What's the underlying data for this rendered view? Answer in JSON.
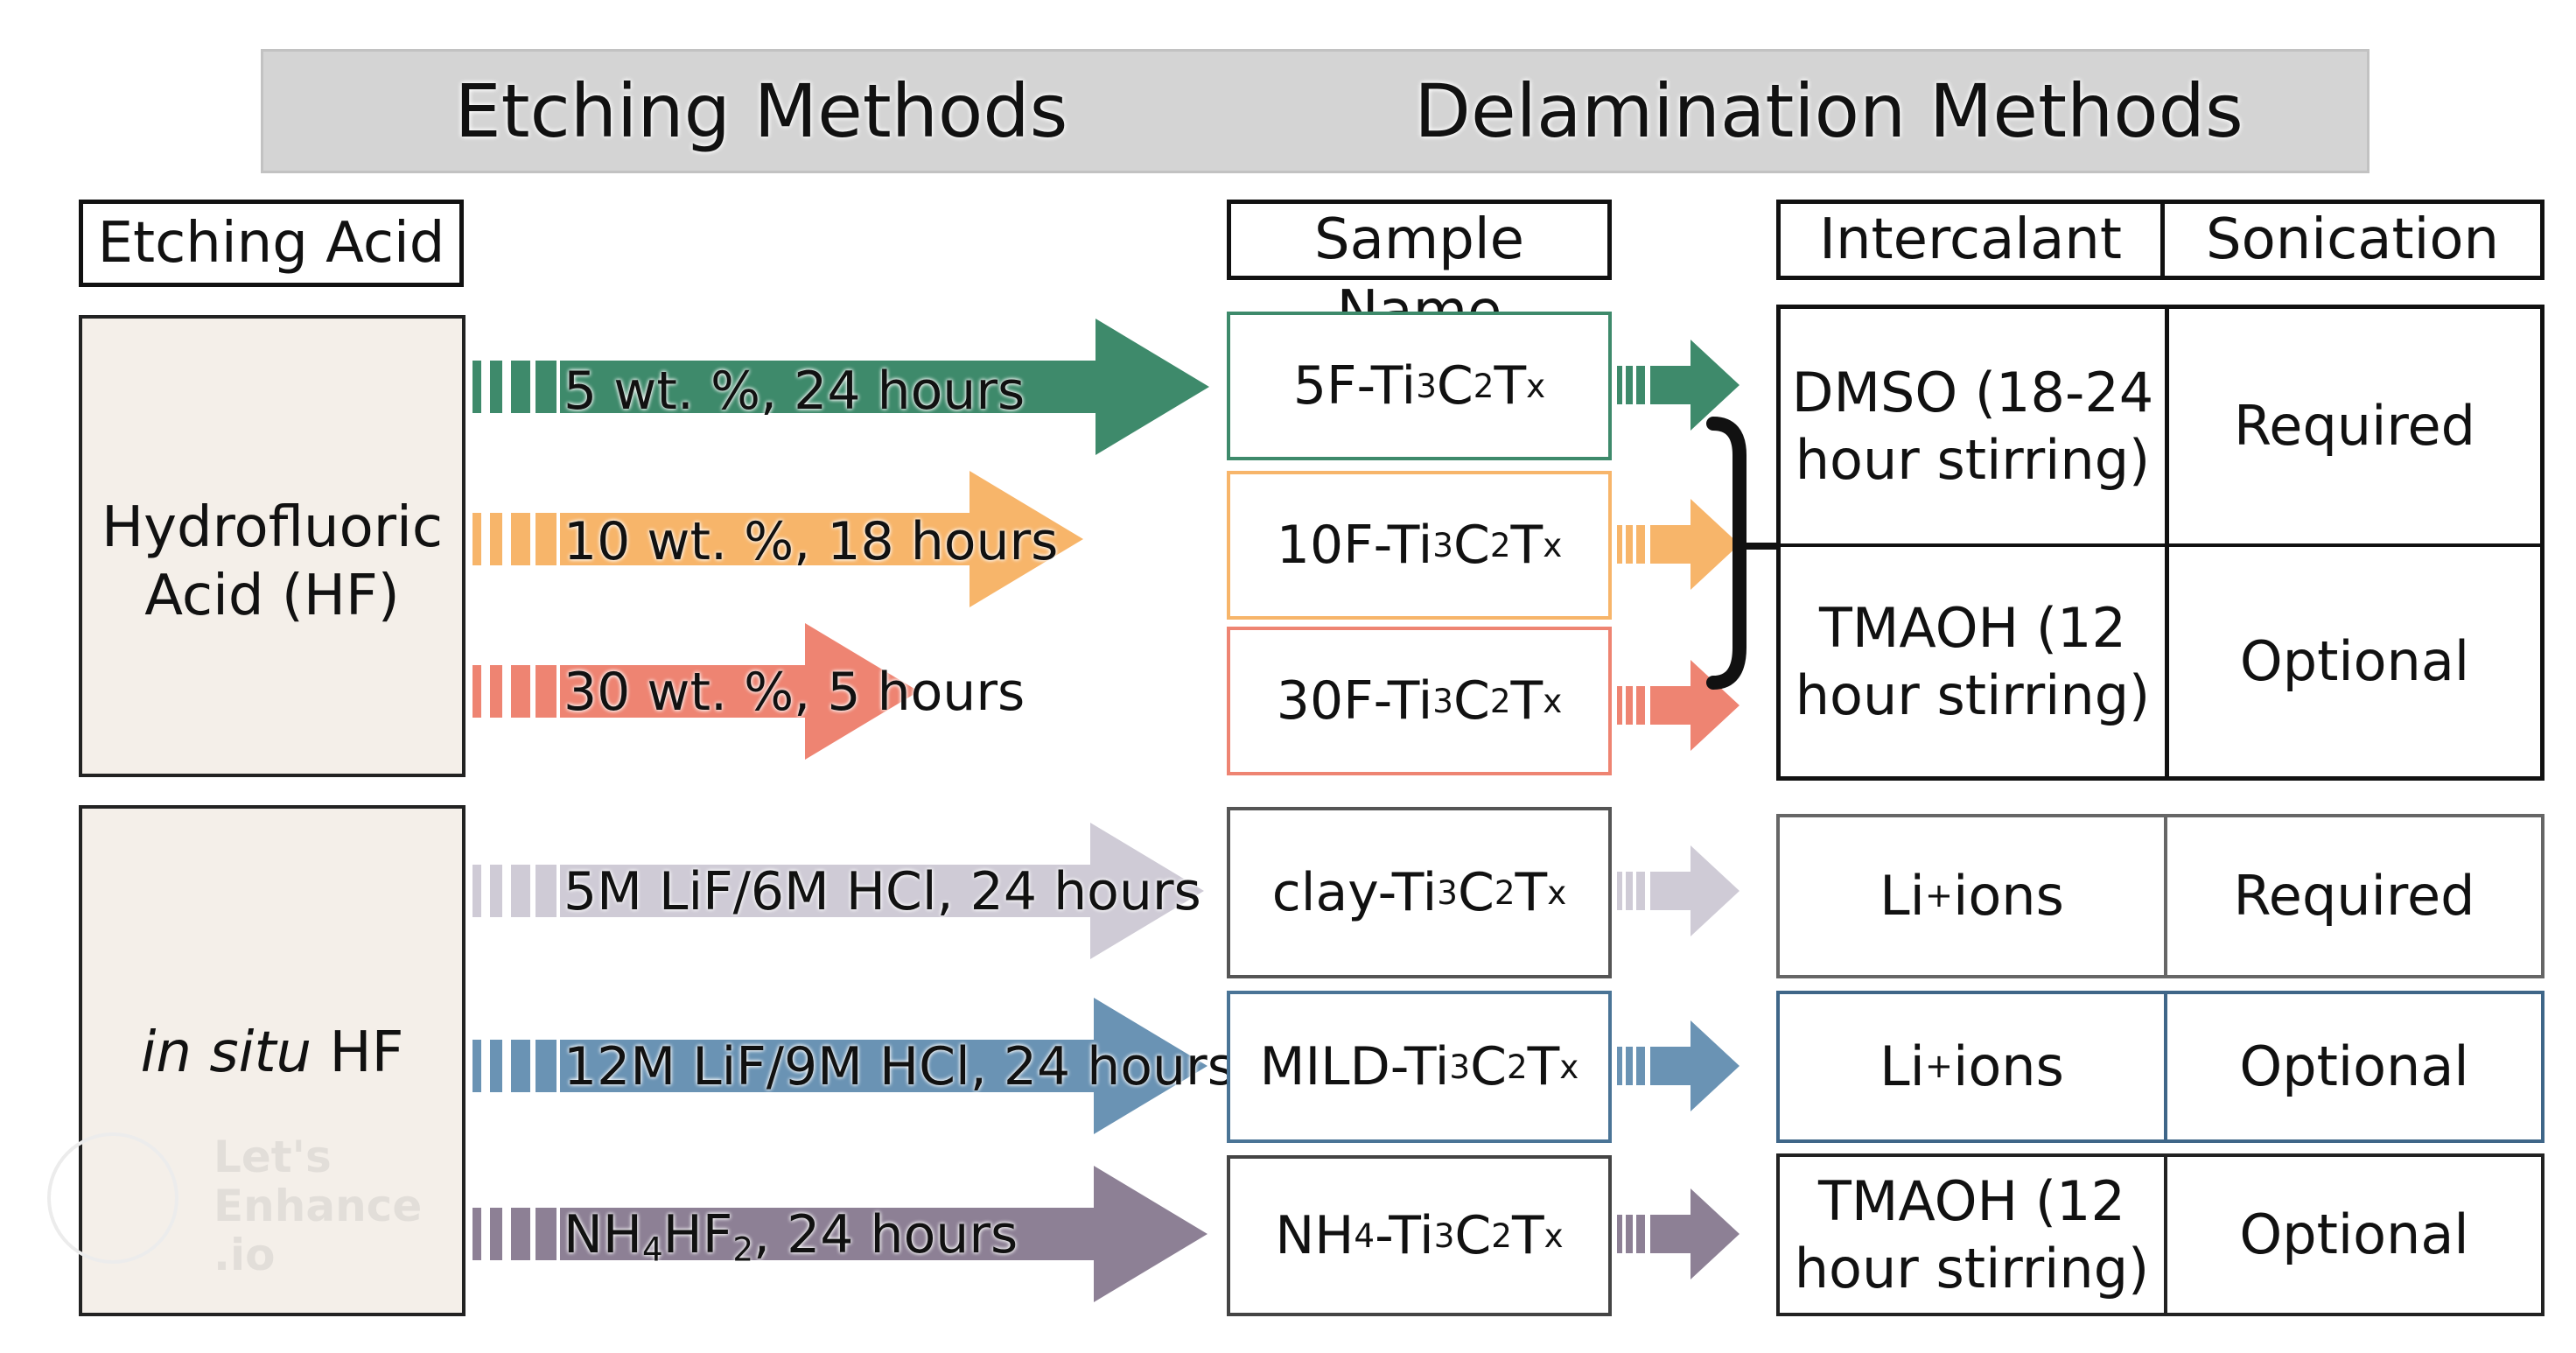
{
  "banner": {
    "etching_title": "Etching Methods",
    "delamination_title": "Delamination Methods"
  },
  "headers": {
    "etching_acid": "Etching Acid",
    "sample_name": "Sample Name",
    "intercalant": "Intercalant",
    "sonication": "Sonication"
  },
  "groups": [
    {
      "label_line1": "Hydrofluoric",
      "label_line2": "Acid (HF)"
    },
    {
      "label_italic": "in situ",
      "label_rest": " HF"
    }
  ],
  "etch_arrows": [
    {
      "label_html": "5 wt. %, 24 hours",
      "color": "#3e8a6b"
    },
    {
      "label_html": "10 wt. %, 18 hours",
      "color": "#f7b56a"
    },
    {
      "label_html": "30 wt. %, 5 hours",
      "color": "#ee8472"
    },
    {
      "label_html": "5M LiF/6M HCl, 24 hours",
      "color": "#cfcbd6"
    },
    {
      "label_html": "12M LiF/9M HCl, 24 hours",
      "color": "#6a93b4"
    },
    {
      "label_html": "NH<sub>4</sub>HF<sub>2</sub>, 24 hours",
      "color": "#8d8095"
    }
  ],
  "samples": [
    {
      "name_html": "5F-Ti<sub>3</sub>C<sub>2</sub>T<sub>x</sub>",
      "border": "#3e8a6b"
    },
    {
      "name_html": "10F-Ti<sub>3</sub>C<sub>2</sub>T<sub>x</sub>",
      "border": "#f7b56a"
    },
    {
      "name_html": "30F-Ti<sub>3</sub>C<sub>2</sub>T<sub>x</sub>",
      "border": "#ee8472"
    },
    {
      "name_html": "clay-Ti<sub>3</sub>C<sub>2</sub>T<sub>x</sub>",
      "border": "#555555"
    },
    {
      "name_html": "MILD-Ti<sub>3</sub>C<sub>2</sub>T<sub>x</sub>",
      "border": "#4a7496"
    },
    {
      "name_html": "NH<sub>4</sub>-Ti<sub>3</sub>C<sub>2</sub>T<sub>x</sub>",
      "border": "#444444"
    }
  ],
  "delam": {
    "hf_rows": [
      {
        "intercalant_line1": "DMSO (18-24",
        "intercalant_line2": "hour stirring)",
        "sonication": "Required"
      },
      {
        "intercalant_line1": "TMAOH (12",
        "intercalant_line2": "hour stirring)",
        "sonication": "Optional"
      }
    ],
    "insitu_rows": [
      {
        "intercalant_html": "Li<sup>+</sup> ions",
        "sonication": "Required"
      },
      {
        "intercalant_html": "Li<sup>+</sup> ions",
        "sonication": "Optional"
      },
      {
        "intercalant_html": "TMAOH (12<br>hour stirring)",
        "sonication": "Optional"
      }
    ]
  },
  "watermark": {
    "line1": "Let's",
    "line2": "Enhance",
    "line3": ".io"
  }
}
